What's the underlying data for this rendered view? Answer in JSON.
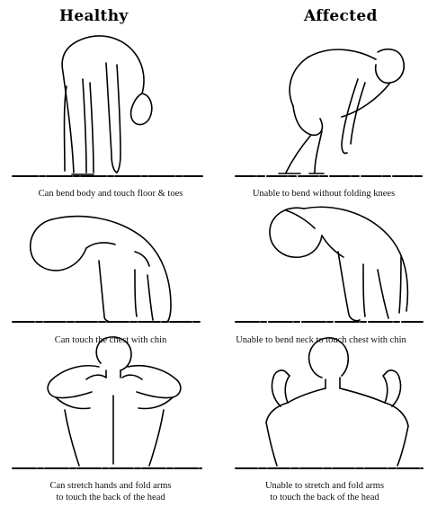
{
  "headings": {
    "left": "Healthy",
    "right": "Affected"
  },
  "rows": [
    {
      "healthy": {
        "line1": "Can bend body and touch floor & toes"
      },
      "affected": {
        "line1": "Unable to bend without folding knees"
      }
    },
    {
      "healthy": {
        "line1": "Can touch the chest with chin"
      },
      "affected": {
        "line1": "Unable to bend neck to touch chest with chin"
      }
    },
    {
      "healthy": {
        "line1": "Can stretch hands and fold arms",
        "line2": "to touch the back of the head"
      },
      "affected": {
        "line1": "Unable to stretch and fold arms",
        "line2": "to touch the back of the head"
      }
    }
  ]
}
